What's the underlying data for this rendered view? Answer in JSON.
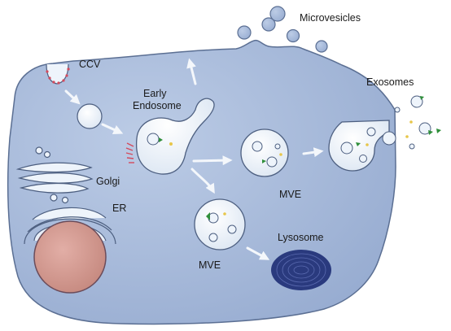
{
  "labels": {
    "microvesicles": "Microvesicles",
    "ccv": "CCV",
    "early_endosome_line1": "Early",
    "early_endosome_line2": "Endosome",
    "exosomes": "Exosomes",
    "golgi": "Golgi",
    "er": "ER",
    "mve_upper": "MVE",
    "mve_lower": "MVE",
    "lysosome": "Lysosome"
  },
  "colors": {
    "cytoplasm": "#a9bede",
    "cell_outline": "#5b6f93",
    "vesicle_fill": "#eef4fb",
    "vesicle_outline": "#4d5f80",
    "nucleus": "#d39b92",
    "lysosome": "#2a3a7e",
    "clathrin": "#d44a5c",
    "cargo_green": "#2f8f3a",
    "cargo_yellow": "#e7c64a",
    "arrow": "#f4f7fb"
  }
}
